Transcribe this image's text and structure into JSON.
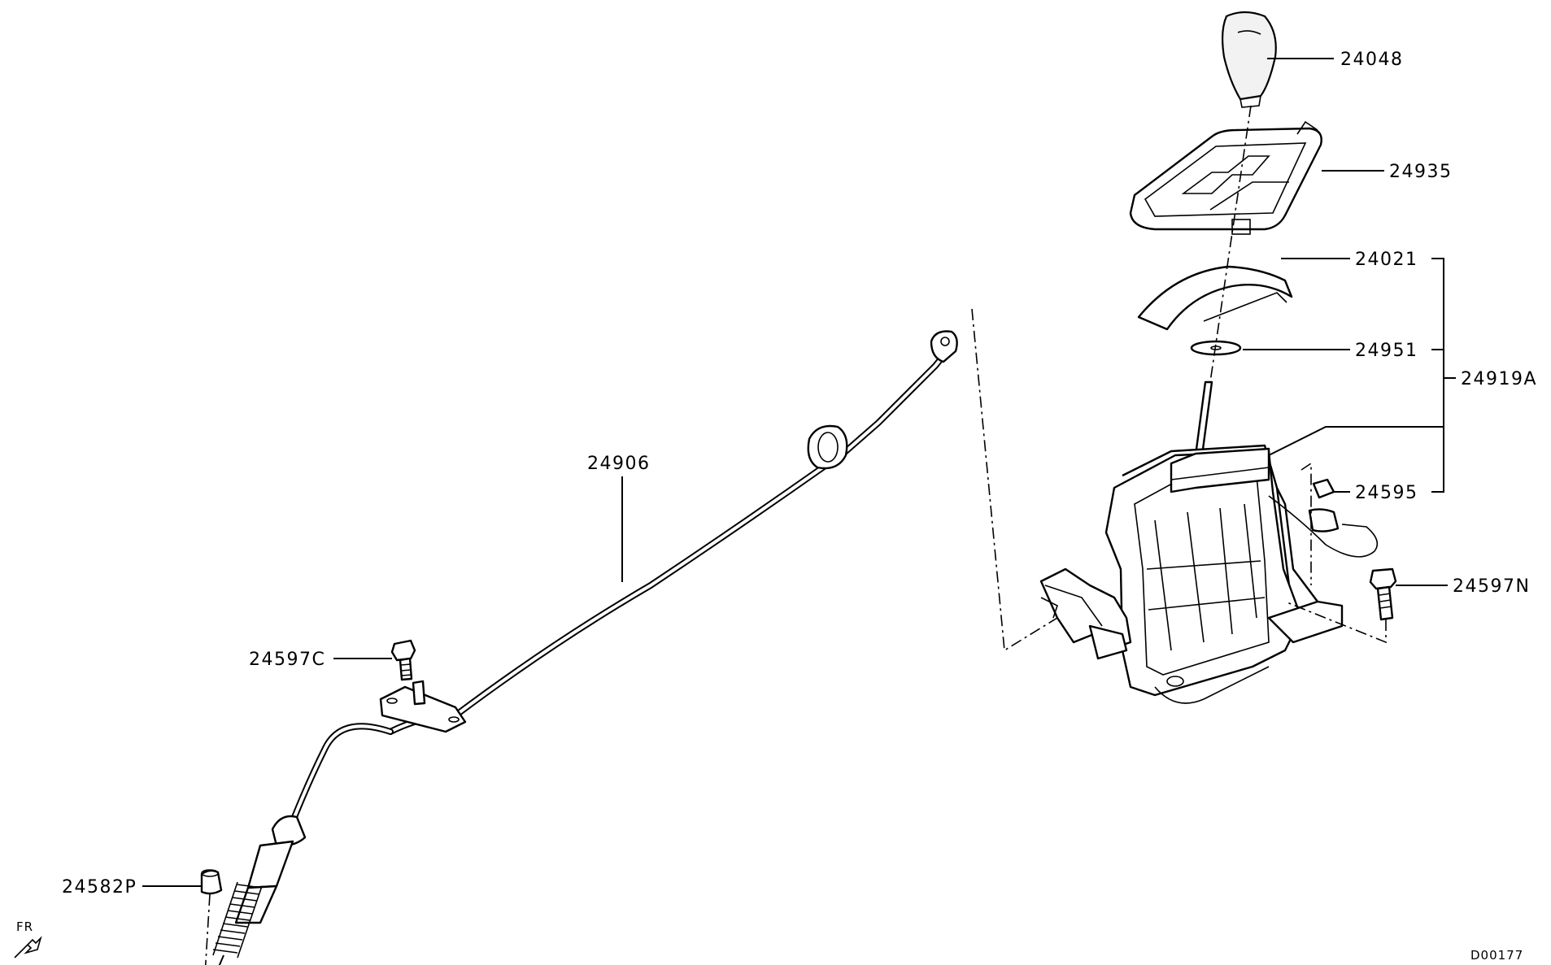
{
  "diagram": {
    "part_labels": {
      "p24048": "24048",
      "p24935": "24935",
      "p24021": "24021",
      "p24951": "24951",
      "p24919A": "24919A",
      "p24595": "24595",
      "p24597N": "24597N",
      "p24906": "24906",
      "p24597C": "24597C",
      "p24582P": "24582P"
    },
    "orientation": {
      "label": "FR"
    },
    "drawing_code": "D00177"
  }
}
